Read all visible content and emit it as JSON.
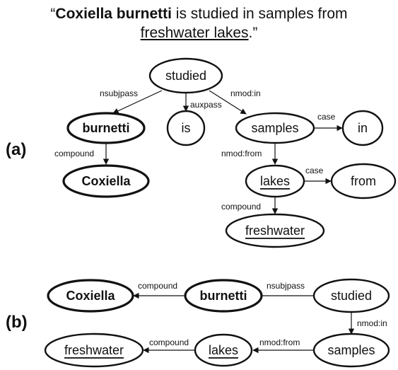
{
  "title": {
    "quote_open": "“",
    "bold_part": "Coxiella burnetti",
    "mid_part": " is studied in samples from",
    "underlined_part": "freshwater lakes",
    "end_part": ".”"
  },
  "panels": {
    "a_label": "(a)",
    "b_label": "(b)"
  },
  "graph_a": {
    "nodes": {
      "studied": "studied",
      "burnetti": "burnetti",
      "is": "is",
      "samples": "samples",
      "in": "in",
      "coxiella": "Coxiella",
      "lakes": "lakes",
      "from": "from",
      "freshwater": "freshwater"
    },
    "edges": {
      "nsubjpass": "nsubjpass",
      "auxpass": "auxpass",
      "nmod_in": "nmod:in",
      "case_in": "case",
      "compound_cox": "compound",
      "nmod_from": "nmod:from",
      "case_from": "case",
      "compound_fresh": "compound"
    }
  },
  "graph_b": {
    "nodes": {
      "coxiella": "Coxiella",
      "burnetti": "burnetti",
      "studied": "studied",
      "freshwater": "freshwater",
      "lakes": "lakes",
      "samples": "samples"
    },
    "edges": {
      "compound_top": "compound",
      "nsubjpass": "nsubjpass",
      "nmod_in": "nmod:in",
      "compound_bottom": "compound",
      "nmod_from": "nmod:from"
    }
  }
}
